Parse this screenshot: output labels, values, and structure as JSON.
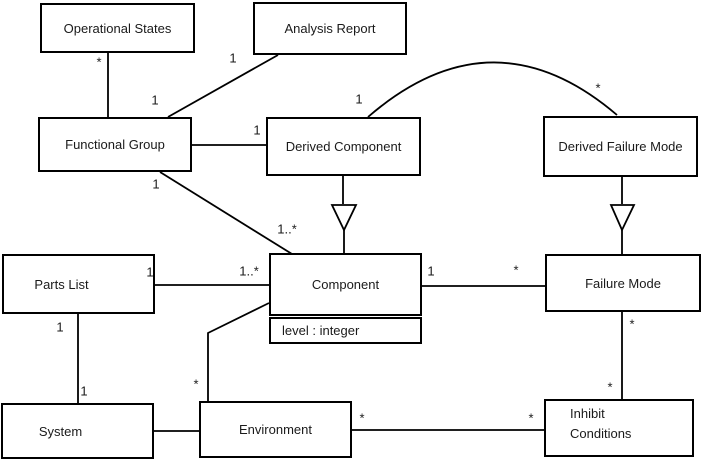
{
  "diagram_type": "uml-class-diagram",
  "colors": {
    "background": "#ffffff",
    "line": "#000000",
    "text": "#1a1a1a"
  },
  "classes": {
    "operational_states": {
      "name": "Operational States"
    },
    "analysis_report": {
      "name": "Analysis Report"
    },
    "functional_group": {
      "name": "Functional Group"
    },
    "derived_component": {
      "name": "Derived Component"
    },
    "derived_failure_mode": {
      "name": "Derived Failure Mode"
    },
    "parts_list": {
      "name": "Parts List"
    },
    "component": {
      "name": "Component",
      "attribute": "level : integer"
    },
    "failure_mode": {
      "name": "Failure Mode"
    },
    "system": {
      "name": "System"
    },
    "environment": {
      "name": "Environment"
    },
    "inhibit_conditions": {
      "name_line1": "Inhibit",
      "name_line2": "Conditions"
    }
  },
  "labels": {
    "os_fg_star": "*",
    "ar_fg_1_top": "1",
    "ar_fg_1_bottom": "1",
    "fg_dc_1": "1",
    "dc_dfm_1": "1",
    "dc_dfm_star": "*",
    "fg_comp_1": "1",
    "fg_comp_many": "1..*",
    "pl_comp_1": "1",
    "pl_comp_many": "1..*",
    "comp_fm_1": "1",
    "comp_fm_star": "*",
    "pl_sys_1_top": "1",
    "pl_sys_1_bottom": "1",
    "comp_env_star": "*",
    "env_ic_star_left": "*",
    "env_ic_star_right": "*",
    "fm_ic_star_top": "*",
    "fm_ic_star_bottom": "*"
  },
  "associations": [
    {
      "type": "association",
      "from": "Operational States",
      "to": "Functional Group",
      "from_label": "*",
      "to_label": ""
    },
    {
      "type": "association",
      "from": "Analysis Report",
      "to": "Functional Group",
      "from_label": "1",
      "to_label": "1"
    },
    {
      "type": "association",
      "from": "Functional Group",
      "to": "Derived Component",
      "from_label": "",
      "to_label": "1"
    },
    {
      "type": "association",
      "from": "Derived Component",
      "to": "Derived Failure Mode",
      "from_label": "1",
      "to_label": "*",
      "shape": "arc"
    },
    {
      "type": "association",
      "from": "Functional Group",
      "to": "Component",
      "from_label": "1",
      "to_label": "1..*"
    },
    {
      "type": "association",
      "from": "Parts List",
      "to": "Component",
      "from_label": "1",
      "to_label": "1..*"
    },
    {
      "type": "association",
      "from": "Component",
      "to": "Failure Mode",
      "from_label": "1",
      "to_label": "*"
    },
    {
      "type": "association",
      "from": "Parts List",
      "to": "System",
      "from_label": "1",
      "to_label": "1"
    },
    {
      "type": "association",
      "from": "System",
      "to": "Environment",
      "from_label": "",
      "to_label": ""
    },
    {
      "type": "association",
      "from": "Component",
      "to": "Environment",
      "from_label": "",
      "to_label": "*"
    },
    {
      "type": "association",
      "from": "Environment",
      "to": "Inhibit Conditions",
      "from_label": "*",
      "to_label": "*"
    },
    {
      "type": "association",
      "from": "Failure Mode",
      "to": "Inhibit Conditions",
      "from_label": "*",
      "to_label": "*"
    },
    {
      "type": "generalization",
      "from": "Derived Component",
      "to": "Component"
    },
    {
      "type": "generalization",
      "from": "Derived Failure Mode",
      "to": "Failure Mode"
    }
  ]
}
